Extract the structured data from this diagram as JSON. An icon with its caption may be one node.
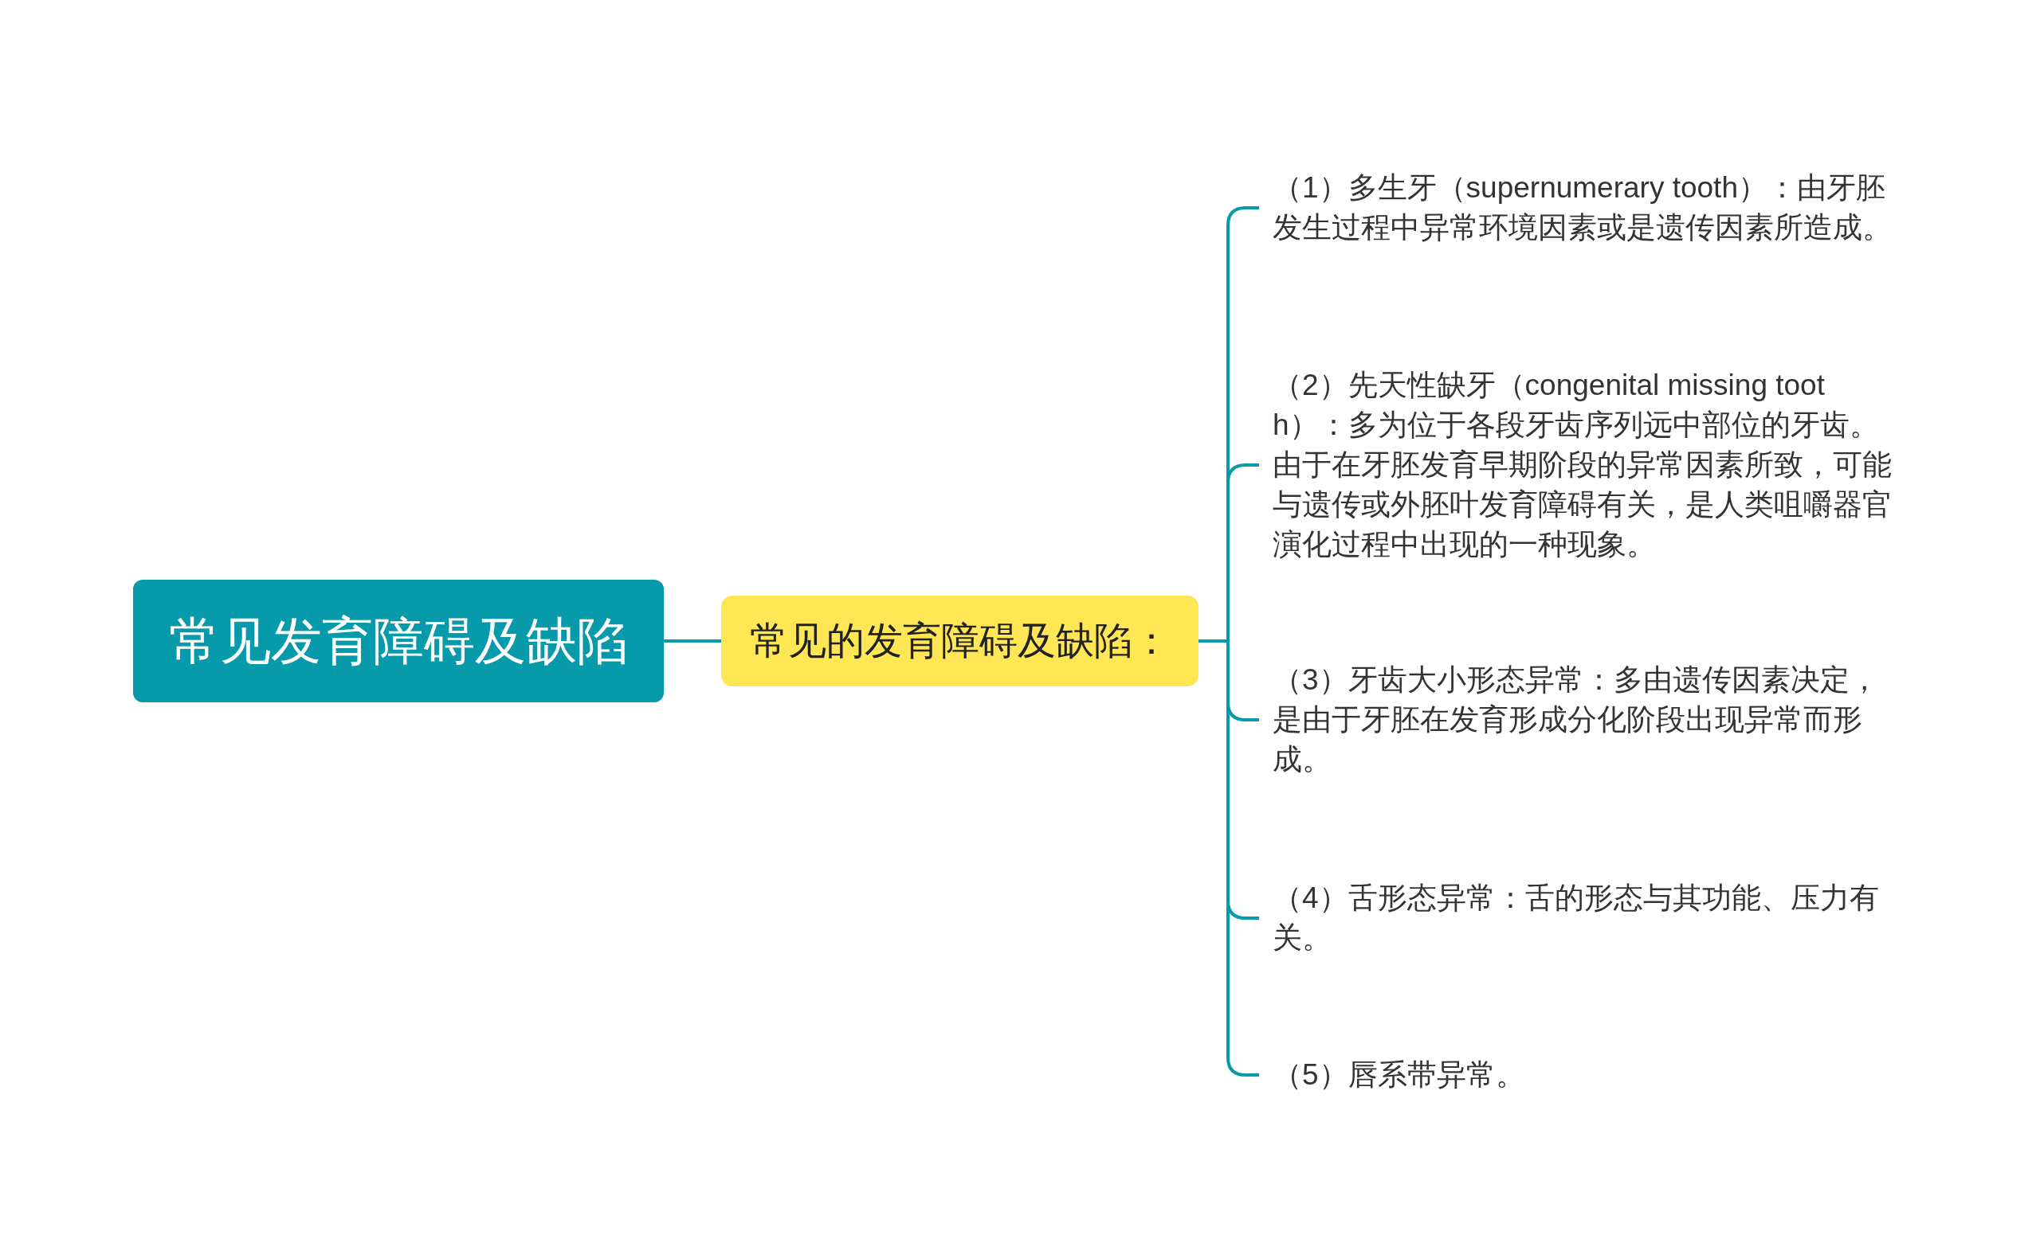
{
  "diagram": {
    "nodes": [
      {
        "text": [
          "常见发育障碍及缺陷"
        ]
      },
      {
        "text": [
          "常见的发育障碍及缺陷："
        ]
      },
      {
        "text": [
          "（1）多生牙（supernumerary tooth）：由牙胚发生过程中异常环境因素或是遗传因素所造成。"
        ]
      },
      {
        "text": [
          "（2）先天性缺牙（congenital missing tooth）：多为位于各段牙齿序列远中部位的牙齿。由于在牙胚发育早期阶段的异常因素所致，可能与遗传或外胚叶发育障碍有关，是人类咀嚼器官演化过程中出现的一种现象。"
        ]
      },
      {
        "text": [
          "（3）牙齿大小形态异常：多由遗传因素决定，是由于牙胚在发育形成分化阶段出现异常而形成。"
        ]
      },
      {
        "text": [
          "（4）舌形态异常：舌的形态与其功能、压力有关。"
        ]
      },
      {
        "text": [
          "（5）唇系带异常。"
        ]
      }
    ],
    "edges": [
      {
        "from": 0,
        "to": 1,
        "arrow": "none"
      },
      {
        "from": 1,
        "to": 2,
        "arrow": "none"
      },
      {
        "from": 1,
        "to": 3,
        "arrow": "none"
      },
      {
        "from": 1,
        "to": 4,
        "arrow": "none"
      },
      {
        "from": 1,
        "to": 5,
        "arrow": "none"
      },
      {
        "from": 1,
        "to": 6,
        "arrow": "none"
      }
    ]
  }
}
